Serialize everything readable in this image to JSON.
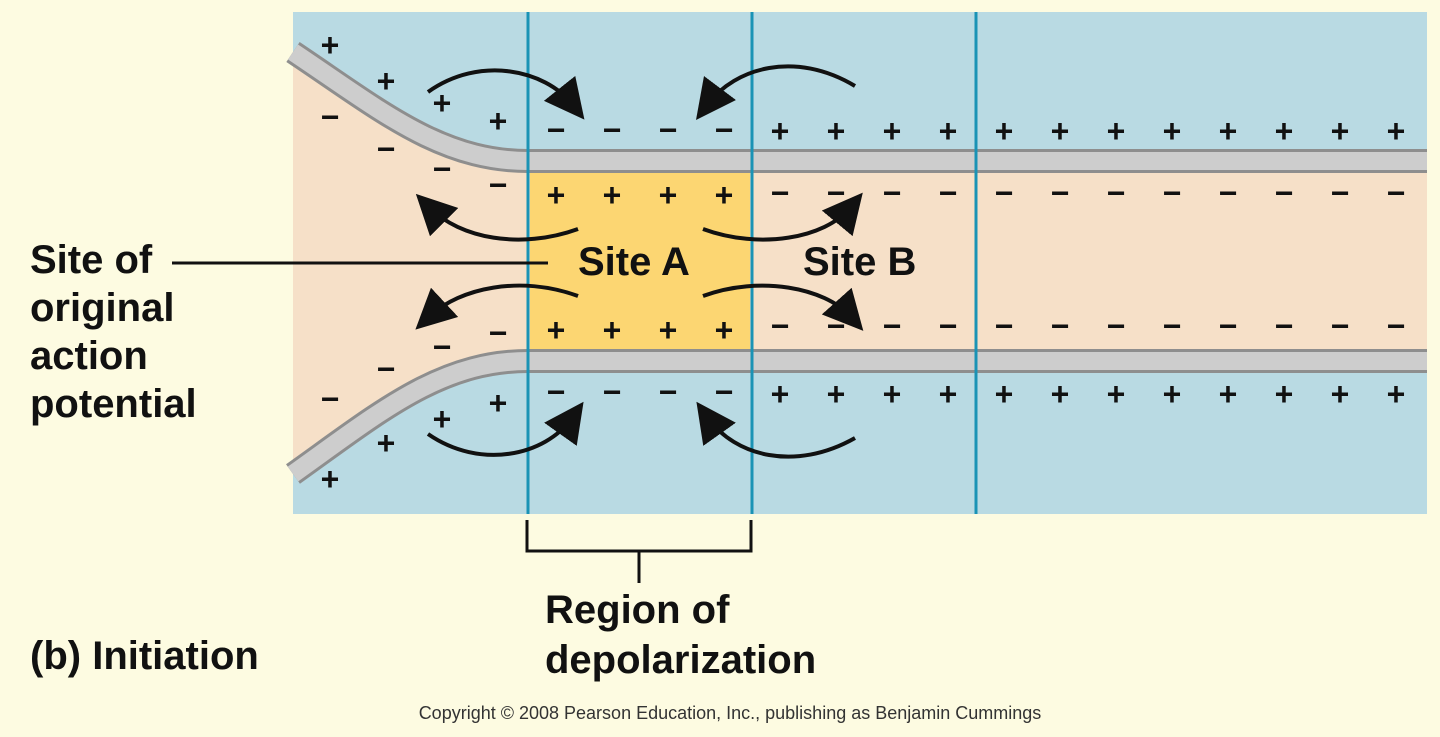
{
  "labels": {
    "site_of_original": [
      "Site of",
      "original",
      "action",
      "potential"
    ],
    "site_a": "Site A",
    "site_b": "Site B",
    "region": [
      "Region of",
      "depolarization"
    ],
    "panel_letter": "(b)",
    "panel_title": "Initiation",
    "copyright": "Copyright © 2008 Pearson Education, Inc., publishing as Benjamin Cummings"
  },
  "symbols": {
    "plus": "+",
    "minus": "−"
  },
  "colors": {
    "background": "#fdfbe1",
    "extracellular": "#b9dae3",
    "axoplasm": "#f6e0c8",
    "depolarized_region": "#fcd672",
    "membrane": "#c8c8c8",
    "divider_lines": "#1a93b5",
    "text": "#111111"
  }
}
